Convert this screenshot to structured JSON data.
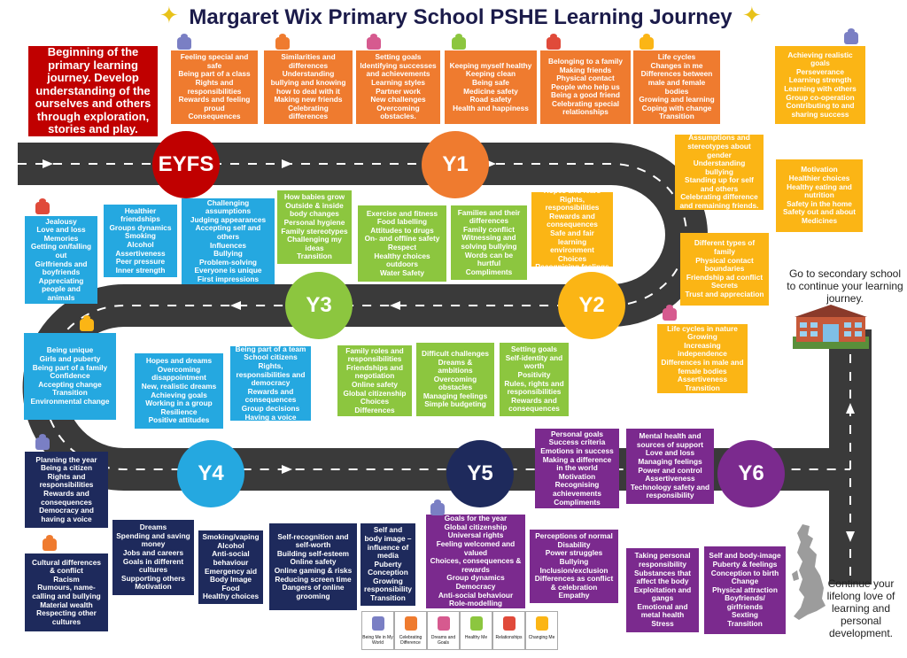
{
  "title": "Margaret Wix Primary School PSHE Learning Journey",
  "colors": {
    "red": "#c00000",
    "orange": "#ef7b2f",
    "yellow": "#fbb515",
    "green": "#8cc63f",
    "blue": "#25a8e0",
    "navy": "#1e2a5c",
    "purple": "#7b2a8e",
    "road": "#3a3a3a"
  },
  "intro": "Beginning of the primary learning journey. Develop understanding of the ourselves and others through exploration, stories and play.",
  "secondary_note": "Go to secondary school to continue your learning journey.",
  "lifelong_note": "Continue your lifelong love of learning and personal development.",
  "year_labels": {
    "eyfs": "EYFS",
    "y1": "Y1",
    "y2": "Y2",
    "y3": "Y3",
    "y4": "Y4",
    "y5": "Y5",
    "y6": "Y6"
  },
  "boxes": {
    "eyfs_1": "Feeling special and safe\nBeing part of a class\nRights and responsibilities\nRewards and feeling proud\nConsequences",
    "eyfs_2": "Similarities and differences\nUnderstanding bullying and knowing how to deal with it\nMaking new friends\nCelebrating differences",
    "eyfs_3": "Setting goals\nIdentifying successes and achievements\nLearning styles\nPartner work\nNew challenges\nOvercoming obstacles.",
    "eyfs_4": "Keeping myself healthy\nKeeping clean\nBeing safe\nMedicine safety\nRoad safety\nHealth and happiness",
    "eyfs_5": "Belonging to a family\nMaking friends\nPhysical contact\nPeople who help us\nBeing a good friend\nCelebrating special relationships",
    "eyfs_6": "Life cycles\nChanges in me\nDifferences between male and female bodies\nGrowing and learning\nCoping with change\nTransition",
    "y1_1": "Achieving realistic goals\nPerseverance\nLearning strength\nLearning with others\nGroup co-operation\nContributing to and sharing success",
    "y1_2": "Assumptions and stereotypes about gender\nUnderstanding bullying\nStanding up for self and others\nCelebrating difference and remaining friends.",
    "y1_3": "Motivation\nHealthier choices\nHealthy eating and nutrition\nSafety in the home\nSafety out and about\nMedicines",
    "y2_1": "Hopes and fears\nRights, responsibilities\nRewards and consequences\nSafe and fair learning environment\nChoices\nRecognising feelings",
    "y2_2": "Different types of family\nPhysical contact boundaries\nFriendship ad conflict\nSecrets\nTrust and appreciation",
    "y2_3": "Life cycles in nature\nGrowing\nIncreasing independence\nDifferences in male and female bodies\nAssertiveness\nTransition",
    "y3_1": "How babies grow\nOutside & inside body changes\nPersonal hygiene\nFamily stereotypes\nChallenging my ideas\nTransition",
    "y3_2": "Exercise and fitness\nFood labelling\nAttitudes to drugs\nOn- and offline safety\nRespect\nHealthy choices outdoors\nWater Safety",
    "y3_3": "Families and their differences\nFamily conflict\nWitnessing and solving bullying\nWords can be hurtful\nCompliments",
    "y3_4": "Family roles and responsibilities\nFriendships and negotiation\nOnline safety\nGlobal citizenship\nChoices\nDifferences",
    "y3_5": "Difficult challenges\nDreams & ambitions\nOvercoming obstacles\nManaging feelings\nSimple budgeting",
    "y3_6": "Setting goals\nSelf-identity and worth\nPositivity\nRules, rights and responsibilities\nRewards and consequences",
    "y4_1": "Challenging assumptions\nJudging appearances\nAccepting self and others\nInfluences\nBullying\nProblem-solving\nEveryone is unique\nFirst impressions",
    "y4_2": "Healthier friendships\nGroups dynamics\nSmoking\nAlcohol\nAssertiveness\nPeer pressure\nInner strength",
    "y4_3": "Jealousy\nLove and loss\nMemories\nGetting on/falling out\nGirlfriends and boyfriends\nAppreciating people and animals",
    "y4_4": "Being unique\nGirls and puberty\nBeing part of a family\nConfidence\nAccepting change\nTransition\nEnvironmental change",
    "y4_5": "Hopes and dreams\nOvercoming disappointment\nNew, realistic dreams\nAchieving goals\nWorking in a group\nResilience\nPositive attitudes",
    "y4_6": "Being part of a team\nSchool citizens\nRights, responsibilities and democracy\nRewards and consequences\nGroup decisions\nHaving a voice",
    "y5_1": "Planning the year\nBeing a citizen\nRights and responsibilities\nRewards and consequences\nDemocracy and having a voice",
    "y5_2": "Cultural differences & conflict\nRacism\nRumours, name-calling and bullying\nMaterial wealth\nRespecting other cultures",
    "y5_3": "Dreams\nSpending and saving money\nJobs and careers\nGoals in different cultures\nSupporting others\nMotivation",
    "y5_4": "Smoking/vaping\nAlcohol\nAnti-social behaviour\nEmergency aid\nBody Image\nFood\nHealthy choices",
    "y5_5": "Self-recognition and self-worth\nBuilding self-esteem\nOnline safety\nOnline gaming & risks\nReducing screen time\nDangers of online grooming",
    "y5_6": "Self and body image – influence of media\nPuberty\nConception\nGrowing responsibility\nTransition",
    "y6_1": "Goals for the year\nGlobal citizenship\nUniversal rights\nFeeling welcomed and valued\nChoices, consequences & rewards\nGroup dynamics\nDemocracy\nAnti-social behaviour\nRole-modelling",
    "y6_2": "Perceptions of normal\nDisability\nPower struggles\nBullying\nInclusion/exclusion\nDifferences as conflict & celebration\nEmpathy",
    "y6_3": "Personal goals\nSuccess criteria\nEmotions in success\nMaking a difference in the world\nMotivation\nRecognising achievements\nCompliments",
    "y6_4": "Mental health and sources of support\nLove and loss\nManaging feelings\nPower and control\nAssertiveness\nTechnology safety and responsibility",
    "y6_5": "Taking personal responsibility\nSubstances that affect the body\nExploitation and gangs\nEmotional and metal health\nStress",
    "y6_6": "Self and body-image\nPuberty & feelings\nConception to birth\nChange\nPhysical attraction\nBoyfriends/ girlfriends\nSexting\nTransition"
  },
  "legend": [
    {
      "label": "Being Me in My World",
      "color": "#7a7fc4"
    },
    {
      "label": "Celebrating Difference",
      "color": "#ef7b2f"
    },
    {
      "label": "Dreams and Goals",
      "color": "#d65a8f"
    },
    {
      "label": "Healthy Me",
      "color": "#8cc63f"
    },
    {
      "label": "Relationships",
      "color": "#e04a3a"
    },
    {
      "label": "Changing Me",
      "color": "#fbb515"
    }
  ]
}
